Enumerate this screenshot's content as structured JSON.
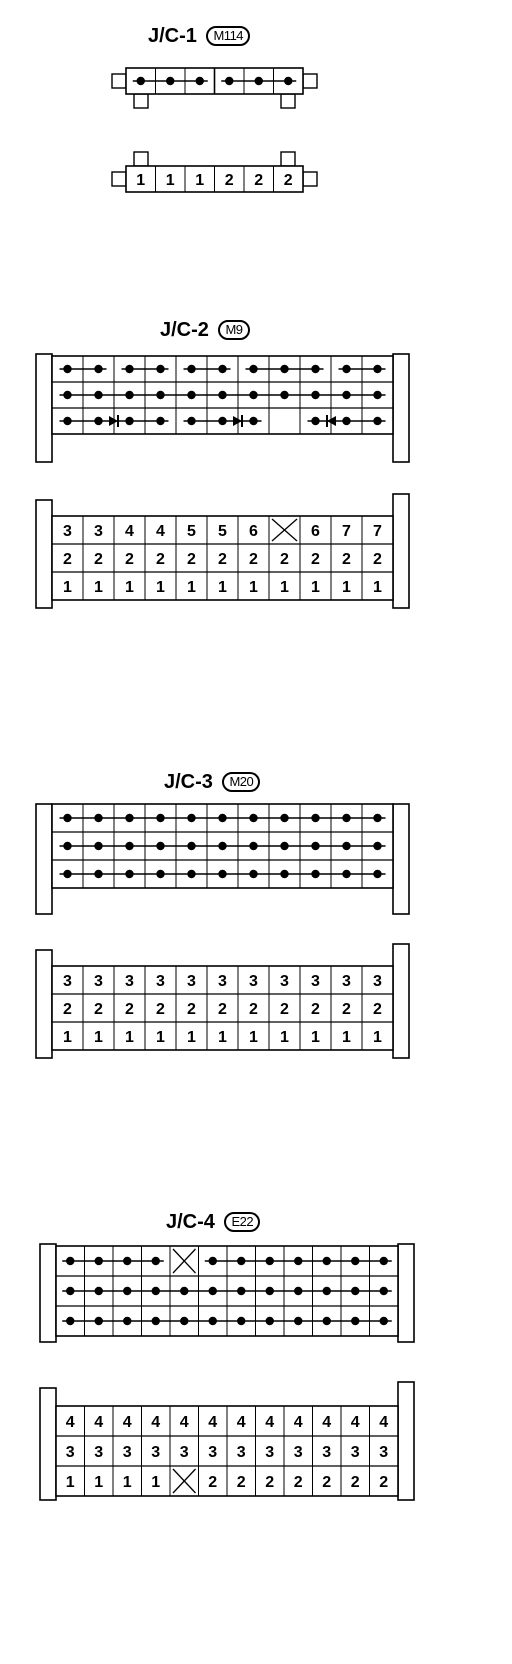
{
  "connectors": [
    {
      "name": "J/C-1",
      "code": "M114",
      "rows": 1,
      "cols": 6,
      "terminals": [
        [
          "1",
          "1",
          "1",
          "2",
          "2",
          "2"
        ]
      ],
      "buses": [
        [
          {
            "from": 0,
            "to": 2
          },
          {
            "from": 3,
            "to": 5
          }
        ]
      ],
      "diodes": []
    },
    {
      "name": "J/C-2",
      "code": "M9",
      "rows": 3,
      "cols": 11,
      "terminals": [
        [
          "3",
          "3",
          "4",
          "4",
          "5",
          "5",
          "6",
          "X",
          "6",
          "7",
          "7"
        ],
        [
          "2",
          "2",
          "2",
          "2",
          "2",
          "2",
          "2",
          "2",
          "2",
          "2",
          "2"
        ],
        [
          "1",
          "1",
          "1",
          "1",
          "1",
          "1",
          "1",
          "1",
          "1",
          "1",
          "1"
        ]
      ],
      "buses": [
        [
          {
            "from": 0,
            "to": 1
          },
          {
            "from": 2,
            "to": 3
          },
          {
            "from": 4,
            "to": 5
          },
          {
            "from": 6,
            "to": 8
          },
          {
            "from": 9,
            "to": 10
          }
        ],
        [
          {
            "from": 0,
            "to": 10
          }
        ],
        [
          {
            "from": 0,
            "to": 3
          },
          {
            "from": 4,
            "to": 6
          },
          {
            "from": 8,
            "to": 10
          }
        ]
      ],
      "diodes": [
        {
          "row": 2,
          "between": [
            1,
            2
          ],
          "dir": "right"
        },
        {
          "row": 2,
          "between": [
            5,
            6
          ],
          "dir": "right"
        },
        {
          "row": 2,
          "between": [
            8,
            9
          ],
          "dir": "left"
        }
      ]
    },
    {
      "name": "J/C-3",
      "code": "M20",
      "rows": 3,
      "cols": 11,
      "terminals": [
        [
          "3",
          "3",
          "3",
          "3",
          "3",
          "3",
          "3",
          "3",
          "3",
          "3",
          "3"
        ],
        [
          "2",
          "2",
          "2",
          "2",
          "2",
          "2",
          "2",
          "2",
          "2",
          "2",
          "2"
        ],
        [
          "1",
          "1",
          "1",
          "1",
          "1",
          "1",
          "1",
          "1",
          "1",
          "1",
          "1"
        ]
      ],
      "buses": [
        [
          {
            "from": 0,
            "to": 10
          }
        ],
        [
          {
            "from": 0,
            "to": 10
          }
        ],
        [
          {
            "from": 0,
            "to": 10
          }
        ]
      ],
      "diodes": []
    },
    {
      "name": "J/C-4",
      "code": "E22",
      "rows": 3,
      "cols": 12,
      "terminals": [
        [
          "4",
          "4",
          "4",
          "4",
          "4",
          "4",
          "4",
          "4",
          "4",
          "4",
          "4",
          "4"
        ],
        [
          "3",
          "3",
          "3",
          "3",
          "3",
          "3",
          "3",
          "3",
          "3",
          "3",
          "3",
          "3"
        ],
        [
          "1",
          "1",
          "1",
          "1",
          "X",
          "2",
          "2",
          "2",
          "2",
          "2",
          "2",
          "2"
        ]
      ],
      "buses": [
        [
          {
            "from": 0,
            "to": 3
          },
          {
            "from": 5,
            "to": 11
          }
        ],
        [
          {
            "from": 0,
            "to": 11
          }
        ],
        [
          {
            "from": 0,
            "to": 11
          }
        ]
      ],
      "diodes": []
    }
  ]
}
